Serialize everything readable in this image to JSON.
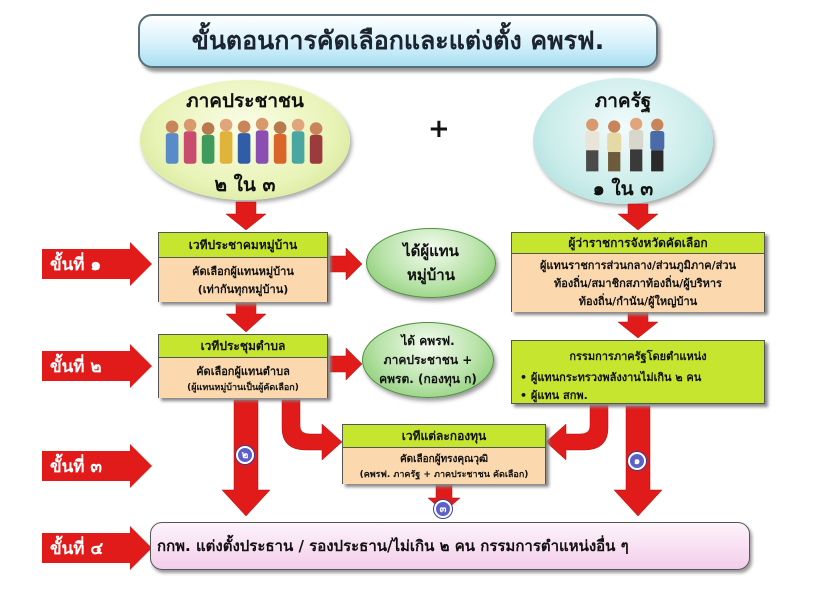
{
  "title": "ขั้นตอนการคัดเลือกและแต่งตั้ง คพรฟ.",
  "people_sector": {
    "label": "ภาคประชาชน",
    "ratio": "๒ ใน ๓"
  },
  "state_sector": {
    "label": "ภาครัฐ",
    "ratio": "๑ ใน ๓"
  },
  "plus": "+",
  "steps": {
    "s1": "ขั้นที่ ๑",
    "s2": "ขั้นที่ ๒",
    "s3": "ขั้นที่ ๓",
    "s4": "ขั้นที่ ๔"
  },
  "village_forum": {
    "head": "เวทีประชาคมหมู่บ้าน",
    "line1": "คัดเลือกผู้แทนหมู่บ้าน",
    "line2": "(เท่ากันทุกหมู่บ้าน)"
  },
  "village_rep": {
    "line1": "ได้ผู้แทน",
    "line2": "หมู่บ้าน"
  },
  "governor_box": {
    "head": "ผู้ว่าราชการจังหวัดคัดเลือก",
    "line1": "ผู้แทนราชการส่วนกลาง/ส่วนภูมิภาค/ส่วน",
    "line2": "ท้องถิ่น/สมาชิกสภาท้องถิ่น/ผู้บริหาร",
    "line3": "ท้องถิ่น/กำนัน/ผู้ใหญ่บ้าน"
  },
  "tambon_forum": {
    "head": "เวทีประชุมตำบล",
    "line1": "คัดเลือกผู้แทนตำบล",
    "line2": "(ผู้แทนหมู่บ้านเป็นผู้คัดเลือก)"
  },
  "obtain_box": {
    "line1": "ได้ คพรฟ.",
    "line2": "ภาคประชาชน +",
    "line3": "คพรต. (กองทุน ก)"
  },
  "ex_officio": {
    "head": "กรรมการภาครัฐโดยตำแหน่ง",
    "item1": "ผู้แทนกระทรวงพลังงานไม่เกิน ๒ คน",
    "item2": "ผู้แทน สกพ."
  },
  "fund_forum": {
    "head": "เวทีแต่ละกองทุน",
    "line1": "คัดเลือกผู้ทรงคุณวุฒิ",
    "line2": "(คพรฟ. ภาครัฐ + ภาคประชาชน คัดเลือก)"
  },
  "markers": {
    "m1": "๑",
    "m2": "๒",
    "m3": "๓"
  },
  "final": "กกพ. แต่งตั้งประธาน / รองประธาน/ไม่เกิน ๒ คน กรรมการตำแหน่งอื่น ๆ",
  "colors": {
    "arrow": "#e11a1a",
    "box_head": "#c6e52f",
    "box_body": "#fbd8ae",
    "marker": "#5b61c8"
  }
}
